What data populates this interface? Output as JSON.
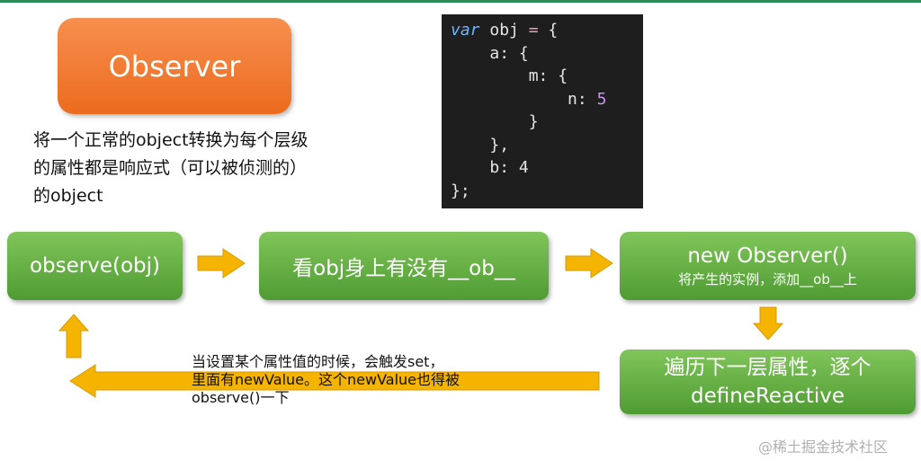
{
  "title": "Observer",
  "description": {
    "lines": [
      "将一个正常的object转换为每个层级",
      "的属性都是响应式（可以被侦测的）",
      "的object"
    ]
  },
  "code": {
    "lines": [
      {
        "indent": "",
        "kw": "var",
        "pre": " obj ",
        "op": "=",
        "post": " {",
        "num": ""
      },
      {
        "indent": "    ",
        "kw": "",
        "pre": "a: {",
        "op": "",
        "post": "",
        "num": ""
      },
      {
        "indent": "        ",
        "kw": "",
        "pre": "m: {",
        "op": "",
        "post": "",
        "num": ""
      },
      {
        "indent": "            ",
        "kw": "",
        "pre": "n: ",
        "op": "",
        "post": "",
        "num": "5"
      },
      {
        "indent": "        ",
        "kw": "",
        "pre": "}",
        "op": "",
        "post": "",
        "num": ""
      },
      {
        "indent": "    ",
        "kw": "",
        "pre": "},",
        "op": "",
        "post": "",
        "num": ""
      },
      {
        "indent": "    ",
        "kw": "",
        "pre": "b: 4",
        "op": "",
        "post": "",
        "num": ""
      },
      {
        "indent": "",
        "kw": "",
        "pre": "};",
        "op": "",
        "post": "",
        "num": ""
      }
    ]
  },
  "steps": {
    "observe": "observe(obj)",
    "check_ob": "看obj身上有没有__ob__",
    "new_observer": "new Observer()",
    "new_observer_sub": "将产生的实例，添加__ob__上",
    "traverse_line1": "遍历下一层属性，逐个",
    "traverse_line2": "defineReactive"
  },
  "note": {
    "lines": [
      "当设置某个属性值的时候，会触发set，",
      "里面有newValue。这个newValue也得被",
      "observe()一下"
    ]
  },
  "watermark": "@稀土掘金技术社区",
  "colors": {
    "orange": "#ec6b1e",
    "green": "#5aa83b",
    "arrow": "#f5b400",
    "code_bg": "#1e1e1e"
  }
}
